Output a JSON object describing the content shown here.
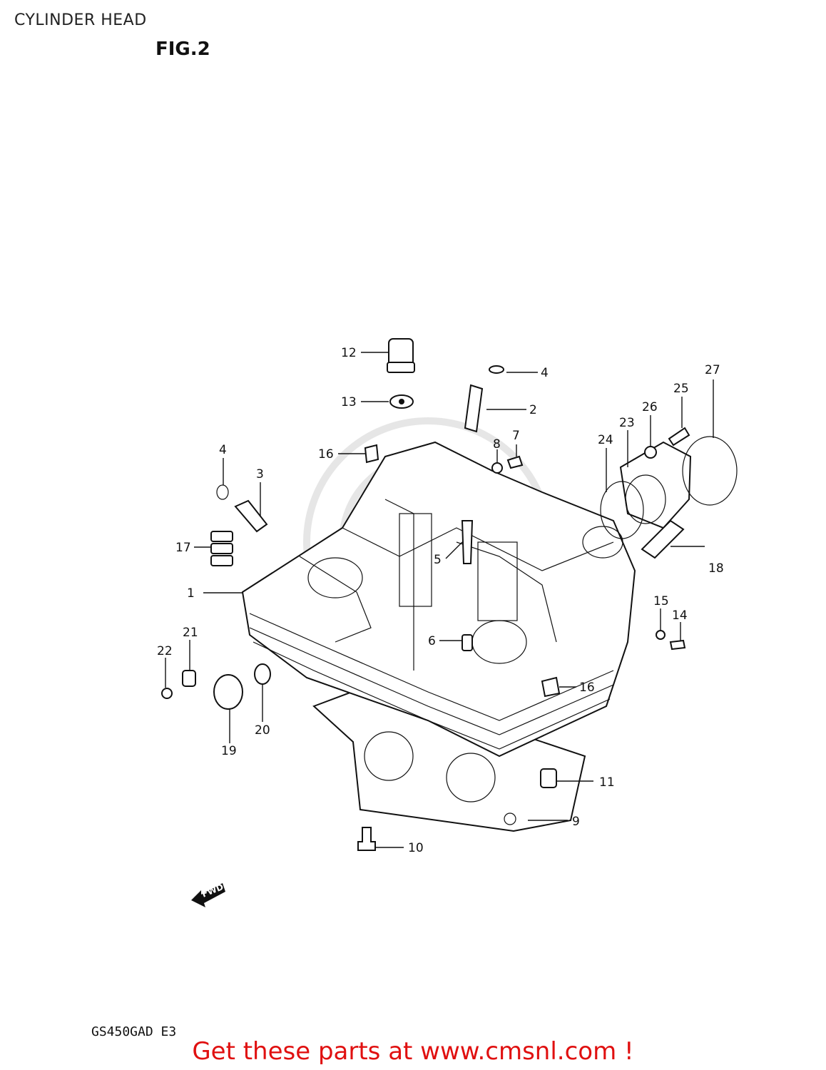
{
  "header": {
    "title": "CYLINDER HEAD",
    "figure": "FIG.2"
  },
  "diagram": {
    "direction_label": "FWD",
    "callouts": [
      "1",
      "2",
      "3",
      "4",
      "4",
      "5",
      "6",
      "7",
      "8",
      "9",
      "10",
      "11",
      "12",
      "13",
      "14",
      "15",
      "16",
      "16",
      "17",
      "18",
      "19",
      "20",
      "21",
      "22",
      "23",
      "24",
      "25",
      "26",
      "27"
    ]
  },
  "footer": {
    "model_code": "GS450GAD E3",
    "promo": "Get these parts at www.cmsnl.com !"
  }
}
